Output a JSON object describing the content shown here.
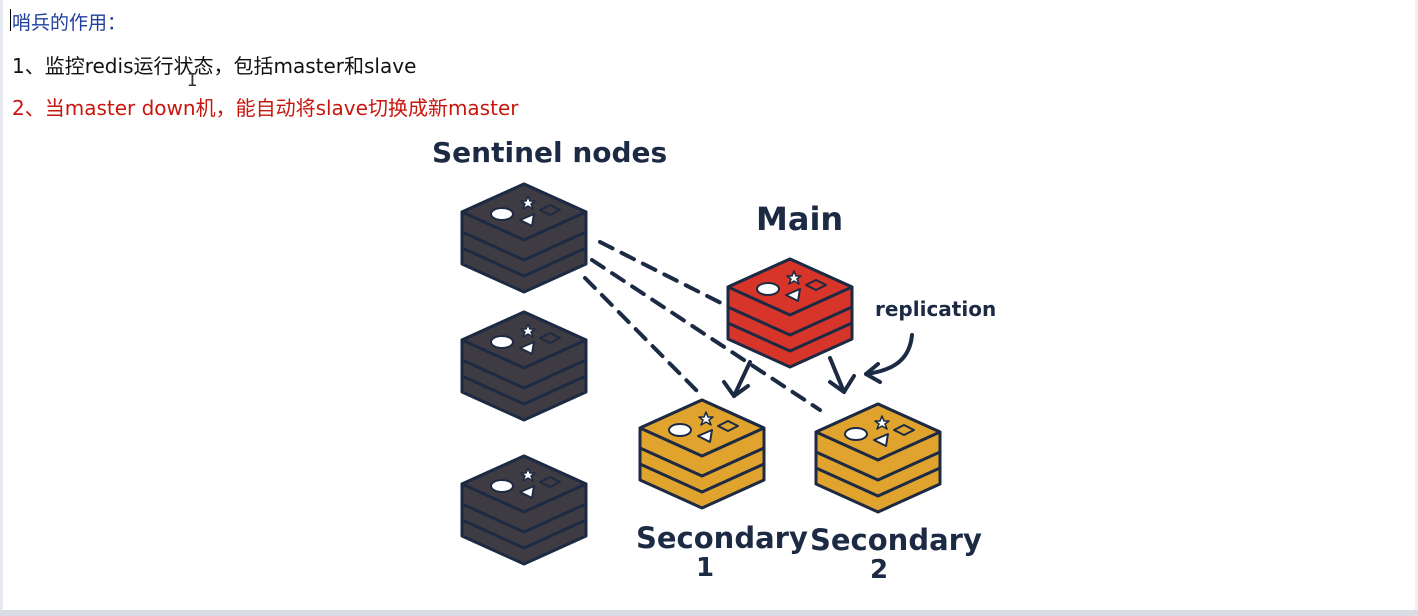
{
  "document": {
    "heading": "哨兵的作用：",
    "item1": "1、监控redis运行状态，包括master和slave",
    "item2": "2、当master down机，能自动将slave切换成新master"
  },
  "figure": {
    "sentinel_label": "Sentinel nodes",
    "main_label": "Main",
    "replication_label": "replication",
    "secondary1_label": "Secondary",
    "secondary1_number": "1",
    "secondary2_label": "Secondary",
    "secondary2_number": "2"
  },
  "colors": {
    "heading": "#1f3f9f",
    "item2": "#c8160e",
    "sentinel_fill": "#3f3b43",
    "main_fill": "#d8352a",
    "secondary_fill": "#e0a32e",
    "outline": "#1d2a44"
  },
  "icons": {
    "server_stack": "redis-stack-icon",
    "text_cursor": "ibeam-cursor-icon"
  }
}
